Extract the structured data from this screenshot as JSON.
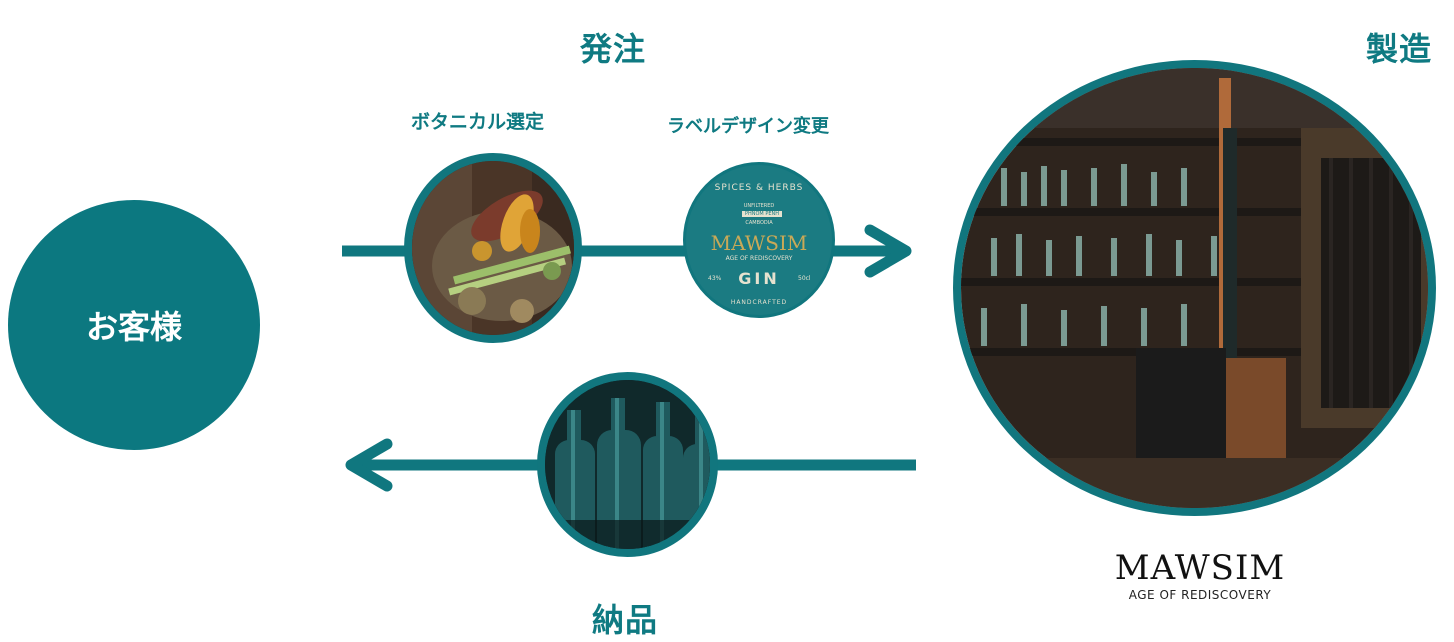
{
  "labels": {
    "order": "発注",
    "manufacturing": "製造",
    "delivery": "納品",
    "botanical": "ボタニカル選定",
    "label_design": "ラベルデザイン変更",
    "customer": "お客様"
  },
  "label_badge": {
    "top": "SPICES & HERBS",
    "unfiltered": "UNFILTERED",
    "origin1": "PHNOM PENH",
    "origin2": "CAMBODIA",
    "brand": "MAWSIM",
    "tagline": "AGE OF REDISCOVERY",
    "product": "GIN",
    "abv": "43%",
    "vol": "50cl",
    "bottom": "HANDCRAFTED"
  },
  "logo": {
    "brand": "MAWSIM",
    "tagline": "AGE OF REDISCOVERY"
  },
  "colors": {
    "teal": "#0f7a82",
    "customer_fill": "#0c7880"
  }
}
